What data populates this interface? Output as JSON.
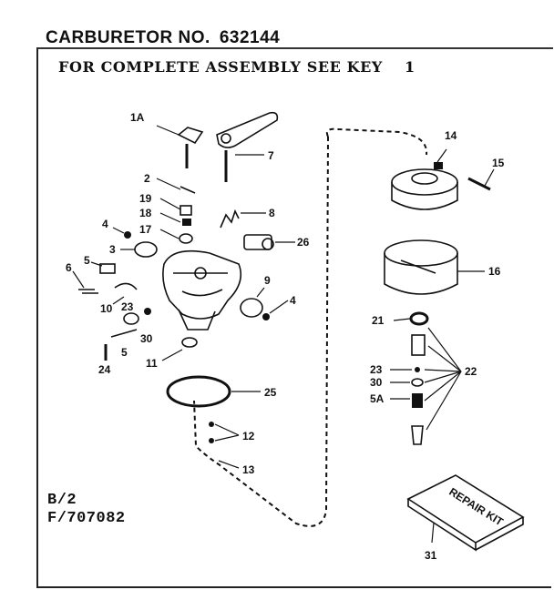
{
  "header": {
    "title": "CARBURETOR NO.",
    "model_number": "632144"
  },
  "subtitle": {
    "text": "FOR COMPLETE ASSEMBLY SEE KEY",
    "key": "1"
  },
  "codes": {
    "line1": "B/2",
    "line2": "F/707082"
  },
  "repair_kit": {
    "label": "REPAIR KIT"
  },
  "callouts": [
    {
      "id": "1A",
      "label": "1A"
    },
    {
      "id": "7",
      "label": "7"
    },
    {
      "id": "2",
      "label": "2"
    },
    {
      "id": "19",
      "label": "19"
    },
    {
      "id": "18",
      "label": "18"
    },
    {
      "id": "17",
      "label": "17"
    },
    {
      "id": "4a",
      "label": "4"
    },
    {
      "id": "3",
      "label": "3"
    },
    {
      "id": "8",
      "label": "8"
    },
    {
      "id": "26",
      "label": "26"
    },
    {
      "id": "6",
      "label": "6"
    },
    {
      "id": "5a",
      "label": "5"
    },
    {
      "id": "10",
      "label": "10"
    },
    {
      "id": "23a",
      "label": "23"
    },
    {
      "id": "9",
      "label": "9"
    },
    {
      "id": "4b",
      "label": "4"
    },
    {
      "id": "30a",
      "label": "30"
    },
    {
      "id": "5b",
      "label": "5"
    },
    {
      "id": "24",
      "label": "24"
    },
    {
      "id": "11",
      "label": "11"
    },
    {
      "id": "25",
      "label": "25"
    },
    {
      "id": "12",
      "label": "12"
    },
    {
      "id": "13",
      "label": "13"
    },
    {
      "id": "14",
      "label": "14"
    },
    {
      "id": "15",
      "label": "15"
    },
    {
      "id": "16",
      "label": "16"
    },
    {
      "id": "21",
      "label": "21"
    },
    {
      "id": "22",
      "label": "22"
    },
    {
      "id": "23b",
      "label": "23"
    },
    {
      "id": "30b",
      "label": "30"
    },
    {
      "id": "5A",
      "label": "5A"
    },
    {
      "id": "31",
      "label": "31"
    }
  ]
}
